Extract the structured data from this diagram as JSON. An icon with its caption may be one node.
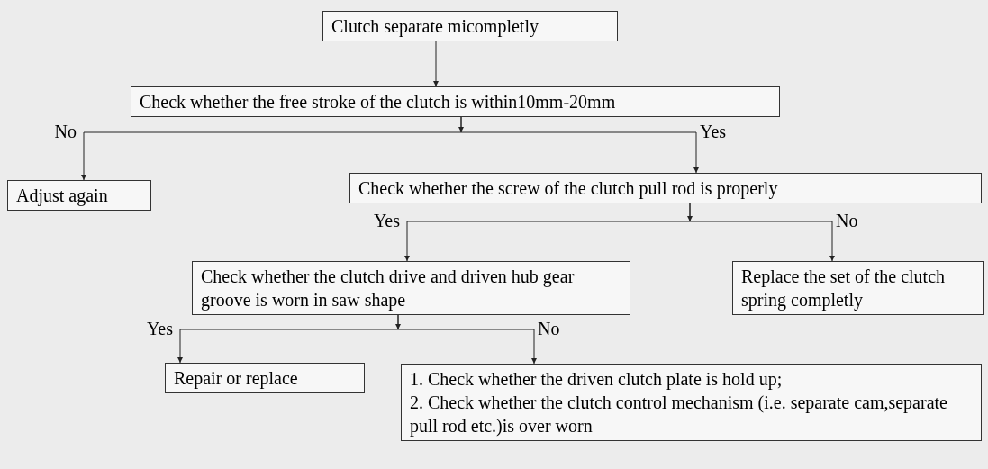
{
  "diagram": {
    "nodes": [
      {
        "text": [
          "Clutch separate micompletly"
        ]
      },
      {
        "text": [
          "Check whether the free stroke of the clutch is within10mm-20mm"
        ]
      },
      {
        "text": [
          "Adjust again"
        ]
      },
      {
        "text": [
          "Check whether the screw of the clutch pull rod is properly"
        ]
      },
      {
        "text": [
          "Check whether the clutch drive and driven hub gear groove is worn in saw shape"
        ]
      },
      {
        "text": [
          "Replace the set of the clutch spring completly"
        ]
      },
      {
        "text": [
          "Repair or replace"
        ]
      },
      {
        "text": [
          "1. Check whether the driven clutch plate is hold up;",
          "2. Check whether the clutch control mechanism (i.e. separate cam,separate pull rod etc.)is over worn"
        ]
      }
    ],
    "edges": [
      {
        "from": 0,
        "to": 1,
        "arrow": "to"
      },
      {
        "from": 1,
        "to": 2,
        "arrow": "to",
        "label": "No"
      },
      {
        "from": 1,
        "to": 3,
        "arrow": "to",
        "label": "Yes"
      },
      {
        "from": 3,
        "to": 4,
        "arrow": "to",
        "label": "Yes"
      },
      {
        "from": 3,
        "to": 5,
        "arrow": "to",
        "label": "No"
      },
      {
        "from": 4,
        "to": 6,
        "arrow": "to",
        "label": "Yes"
      },
      {
        "from": 4,
        "to": 7,
        "arrow": "to",
        "label": "No"
      }
    ]
  }
}
